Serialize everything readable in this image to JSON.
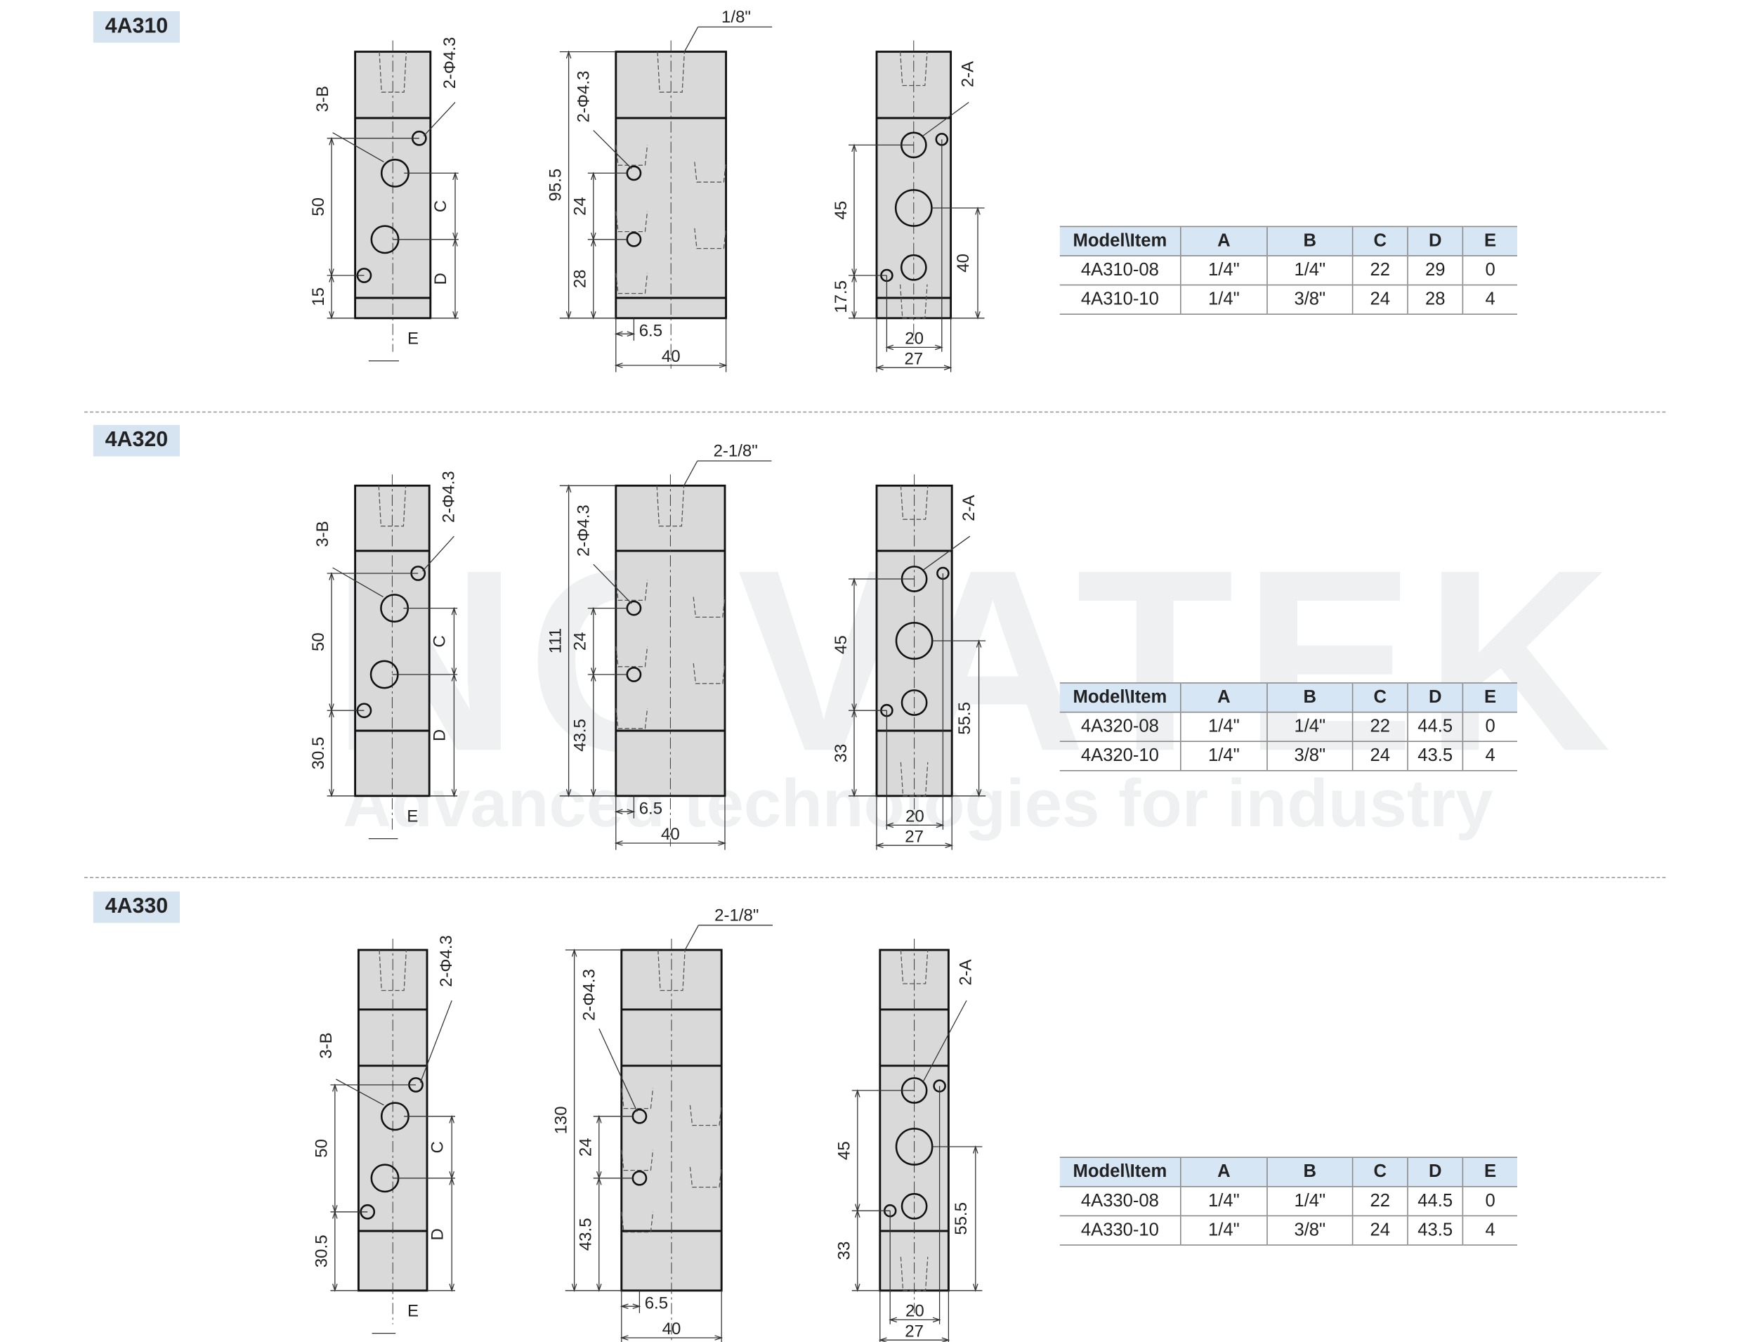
{
  "watermark": {
    "brand": "NOVATEK",
    "tagline": "Advanced technologies for industry"
  },
  "colors": {
    "label_bg": "#d6e4f2",
    "header_bg": "#d7e6f5",
    "body_fill": "#d9d9d9"
  },
  "sections": [
    {
      "label": "4A310",
      "front": {
        "port": "3-B",
        "mount": "2-Φ4.3",
        "d1": "50",
        "d2": "15",
        "c": "C",
        "d": "D",
        "e": "E"
      },
      "side": {
        "thread": "1/8\"",
        "mount": "2-Φ4.3",
        "h": "95.5",
        "d1": "24",
        "d2": "28",
        "off": "6.5",
        "w": "40"
      },
      "back": {
        "port": "2-A",
        "d1": "45",
        "d2": "17.5",
        "d3": "40",
        "w1": "20",
        "w2": "27"
      },
      "table": {
        "headers": [
          "Model\\Item",
          "A",
          "B",
          "C",
          "D",
          "E"
        ],
        "rows": [
          [
            "4A310-08",
            "1/4\"",
            "1/4\"",
            "22",
            "29",
            "0"
          ],
          [
            "4A310-10",
            "1/4\"",
            "3/8\"",
            "24",
            "28",
            "4"
          ]
        ]
      }
    },
    {
      "label": "4A320",
      "front": {
        "port": "3-B",
        "mount": "2-Φ4.3",
        "d1": "50",
        "d2": "30.5",
        "c": "C",
        "d": "D",
        "e": "E"
      },
      "side": {
        "thread": "2-1/8\"",
        "mount": "2-Φ4.3",
        "h": "111",
        "d1": "24",
        "d2": "43.5",
        "off": "6.5",
        "w": "40"
      },
      "back": {
        "port": "2-A",
        "d1": "45",
        "d2": "33",
        "d3": "55.5",
        "w1": "20",
        "w2": "27"
      },
      "table": {
        "headers": [
          "Model\\Item",
          "A",
          "B",
          "C",
          "D",
          "E"
        ],
        "rows": [
          [
            "4A320-08",
            "1/4\"",
            "1/4\"",
            "22",
            "44.5",
            "0"
          ],
          [
            "4A320-10",
            "1/4\"",
            "3/8\"",
            "24",
            "43.5",
            "4"
          ]
        ]
      }
    },
    {
      "label": "4A330",
      "front": {
        "port": "3-B",
        "mount": "2-Φ4.3",
        "d1": "50",
        "d2": "30.5",
        "c": "C",
        "d": "D",
        "e": "E"
      },
      "side": {
        "thread": "2-1/8\"",
        "mount": "2-Φ4.3",
        "h": "130",
        "d1": "24",
        "d2": "43.5",
        "off": "6.5",
        "w": "40"
      },
      "back": {
        "port": "2-A",
        "d1": "45",
        "d2": "33",
        "d3": "55.5",
        "w1": "20",
        "w2": "27"
      },
      "table": {
        "headers": [
          "Model\\Item",
          "A",
          "B",
          "C",
          "D",
          "E"
        ],
        "rows": [
          [
            "4A330-08",
            "1/4\"",
            "1/4\"",
            "22",
            "44.5",
            "0"
          ],
          [
            "4A330-10",
            "1/4\"",
            "3/8\"",
            "24",
            "43.5",
            "4"
          ]
        ]
      }
    }
  ]
}
